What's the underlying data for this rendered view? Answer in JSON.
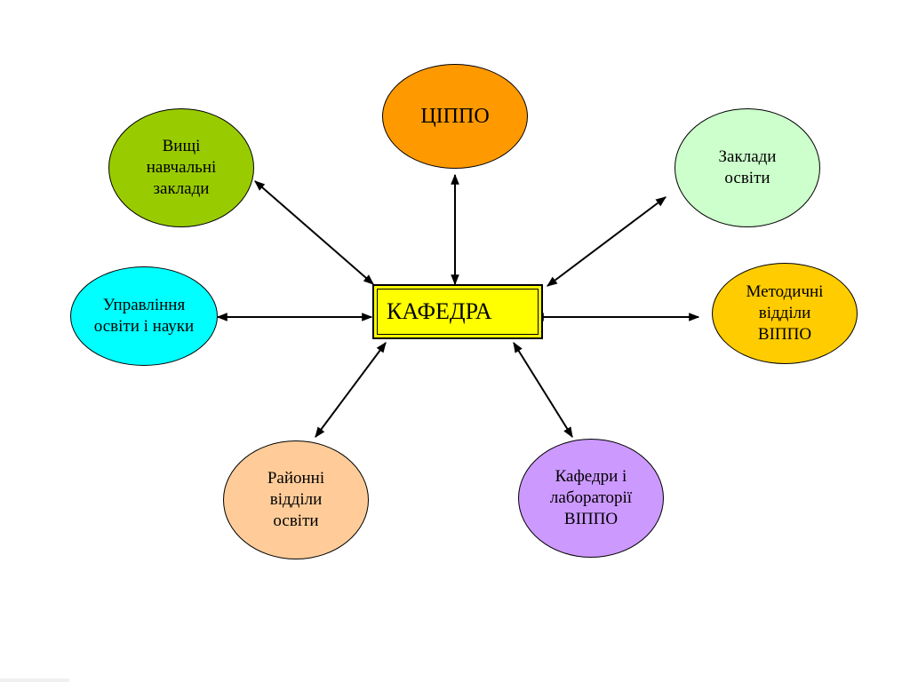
{
  "center": {
    "label": "КАФЕДРА",
    "color": "#ffff00"
  },
  "nodes": [
    {
      "id": "cippo",
      "label": "ЦІППО",
      "color": "#ff9900"
    },
    {
      "id": "higher-edu",
      "label": "Вищі\nнавчальні\nзаклади",
      "color": "#99cc00"
    },
    {
      "id": "edu-institutions",
      "label": "Заклади\nосвіти",
      "color": "#ccffcc"
    },
    {
      "id": "edu-management",
      "label": "Управління\nосвіти і науки",
      "color": "#00ffff"
    },
    {
      "id": "method-departments",
      "label": "Методичні\nвідділи\nВІППО",
      "color": "#ffcc00"
    },
    {
      "id": "district-edu",
      "label": "Районні\nвідділи\nосвіти",
      "color": "#ffcc99"
    },
    {
      "id": "chairs-labs",
      "label": "Кафедри і\nлабораторії\nВІППО",
      "color": "#cc99ff"
    }
  ]
}
